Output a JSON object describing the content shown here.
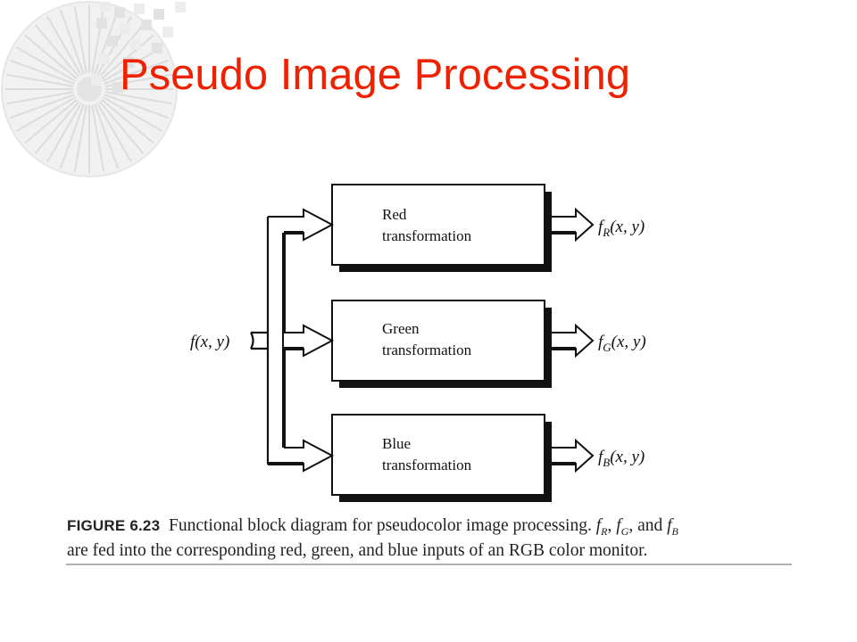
{
  "slide": {
    "title": "Pseudo Image Processing"
  },
  "diagram": {
    "input_label": "f(x, y)",
    "blocks": [
      {
        "line1": "Red",
        "line2": "transformation",
        "output": {
          "f": "f",
          "sub": "R",
          "args": "(x, y)"
        }
      },
      {
        "line1": "Green",
        "line2": "transformation",
        "output": {
          "f": "f",
          "sub": "G",
          "args": "(x, y)"
        }
      },
      {
        "line1": "Blue",
        "line2": "transformation",
        "output": {
          "f": "f",
          "sub": "B",
          "args": "(x, y)"
        }
      }
    ]
  },
  "caption": {
    "figure_label": "FIGURE 6.23",
    "line1_text": "Functional block diagram for pseudocolor image processing.",
    "f": "f",
    "sub_r": "R",
    "sub_g": "G",
    "sub_b": "B",
    "comma": ",",
    "and": ", and",
    "line2_text": "are fed into the corresponding red, green, and blue inputs of an RGB color monitor."
  },
  "colors": {
    "title": "#ee2200",
    "ink": "#111111",
    "shadow": "#111111",
    "rule": "#b0b0b0"
  }
}
